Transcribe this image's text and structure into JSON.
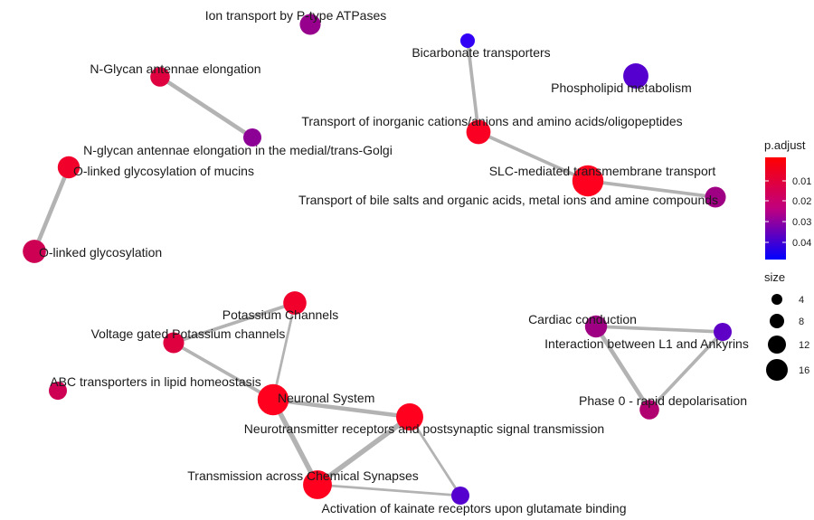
{
  "nodes": [
    {
      "id": "ion_transport",
      "label": "Ion transport by P-type ATPases",
      "size": 6,
      "p_adjust": 0.024
    },
    {
      "id": "bicarbonate",
      "label": "Bicarbonate transporters",
      "size": 2,
      "p_adjust": 0.046
    },
    {
      "id": "nglycan_elong",
      "label": "N-Glycan antennae elongation",
      "size": 5,
      "p_adjust": 0.008
    },
    {
      "id": "phospholipid",
      "label": "Phospholipid metabolism",
      "size": 10,
      "p_adjust": 0.038
    },
    {
      "id": "transport_inorganic",
      "label": "Transport of inorganic cations/anions and amino acids/oligopeptides",
      "size": 9,
      "p_adjust": 0.002
    },
    {
      "id": "nglycan_golgi",
      "label": "N-glycan antennae elongation in the medial/trans-Golgi",
      "size": 4,
      "p_adjust": 0.026
    },
    {
      "id": "olinked_mucins",
      "label": "O-linked glycosylation of mucins",
      "size": 7,
      "p_adjust": 0.004
    },
    {
      "id": "slc_mediated",
      "label": "SLC-mediated transmembrane transport",
      "size": 17,
      "p_adjust": 0.001
    },
    {
      "id": "bile_salts",
      "label": "Transport of bile salts and organic acids, metal ions and amine compounds",
      "size": 6,
      "p_adjust": 0.022
    },
    {
      "id": "olinked",
      "label": "O-linked glycosylation",
      "size": 8,
      "p_adjust": 0.012
    },
    {
      "id": "potassium_channels",
      "label": "Potassium Channels",
      "size": 8,
      "p_adjust": 0.004
    },
    {
      "id": "cardiac_conduction",
      "label": "Cardiac conduction",
      "size": 7,
      "p_adjust": 0.022
    },
    {
      "id": "voltage_gated",
      "label": "Voltage gated Potassium channels",
      "size": 6,
      "p_adjust": 0.008
    },
    {
      "id": "l1_ankyrins",
      "label": "Interaction between L1 and Ankyrins",
      "size": 4,
      "p_adjust": 0.036
    },
    {
      "id": "abc_transporters",
      "label": "ABC transporters in lipid homeostasis",
      "size": 4,
      "p_adjust": 0.012
    },
    {
      "id": "neuronal_system",
      "label": "Neuronal System",
      "size": 17,
      "p_adjust": 0.001
    },
    {
      "id": "phase0",
      "label": "Phase 0 - rapid depolarisation",
      "size": 5,
      "p_adjust": 0.018
    },
    {
      "id": "neurotransmitter",
      "label": "Neurotransmitter receptors and postsynaptic signal transmission",
      "size": 12,
      "p_adjust": 0.001
    },
    {
      "id": "transmission_synapses",
      "label": "Transmission across Chemical Synapses",
      "size": 14,
      "p_adjust": 0.001
    },
    {
      "id": "kainate",
      "label": "Activation of kainate receptors upon glutamate binding",
      "size": 4,
      "p_adjust": 0.038
    }
  ],
  "edges": [
    {
      "source": "nglycan_elong",
      "target": "nglycan_golgi",
      "weight": 4
    },
    {
      "source": "olinked_mucins",
      "target": "olinked",
      "weight": 4
    },
    {
      "source": "bicarbonate",
      "target": "transport_inorganic",
      "weight": 3
    },
    {
      "source": "transport_inorganic",
      "target": "slc_mediated",
      "weight": 3
    },
    {
      "source": "slc_mediated",
      "target": "bile_salts",
      "weight": 3
    },
    {
      "source": "potassium_channels",
      "target": "voltage_gated",
      "weight": 3
    },
    {
      "source": "potassium_channels",
      "target": "neuronal_system",
      "weight": 2
    },
    {
      "source": "voltage_gated",
      "target": "neuronal_system",
      "weight": 3
    },
    {
      "source": "neuronal_system",
      "target": "neurotransmitter",
      "weight": 4
    },
    {
      "source": "neuronal_system",
      "target": "transmission_synapses",
      "weight": 5
    },
    {
      "source": "neurotransmitter",
      "target": "transmission_synapses",
      "weight": 5
    },
    {
      "source": "neurotransmitter",
      "target": "kainate",
      "weight": 2
    },
    {
      "source": "transmission_synapses",
      "target": "kainate",
      "weight": 2
    },
    {
      "source": "cardiac_conduction",
      "target": "l1_ankyrins",
      "weight": 3
    },
    {
      "source": "cardiac_conduction",
      "target": "phase0",
      "weight": 4
    },
    {
      "source": "l1_ankyrins",
      "target": "phase0",
      "weight": 3
    }
  ],
  "legend": {
    "color": {
      "title": "p.adjust",
      "ticks": [
        "0.01",
        "0.02",
        "0.03",
        "0.04"
      ],
      "low_color": "#ff0000",
      "high_color": "#0000ff"
    },
    "size": {
      "title": "size",
      "ticks": [
        "4",
        "8",
        "12",
        "16"
      ]
    }
  }
}
